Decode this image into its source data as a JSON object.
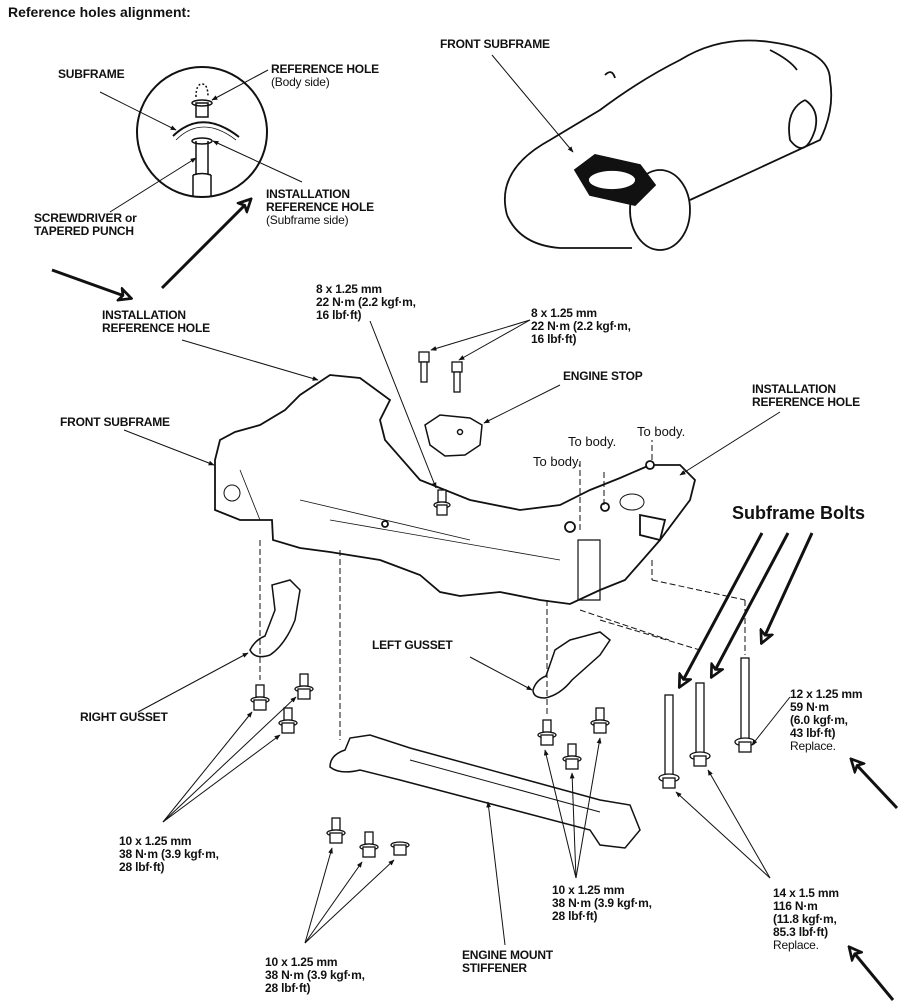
{
  "title": "Reference holes alignment:",
  "inset": {
    "subframe": "SUBFRAME",
    "reference_hole": "REFERENCE HOLE",
    "reference_hole_sub": "(Body side)",
    "tool_line1": "SCREWDRIVER or",
    "tool_line2": "TAPERED PUNCH",
    "install_line1": "INSTALLATION",
    "install_line2": "REFERENCE HOLE",
    "install_sub": "(Subframe side)"
  },
  "car": {
    "front_subframe": "FRONT SUBFRAME"
  },
  "main": {
    "install_ref_left_1": "INSTALLATION",
    "install_ref_left_2": "REFERENCE HOLE",
    "install_ref_right_1": "INSTALLATION",
    "install_ref_right_2": "REFERENCE HOLE",
    "front_subframe": "FRONT SUBFRAME",
    "engine_stop": "ENGINE STOP",
    "to_body_1": "To body.",
    "to_body_2": "To body.",
    "to_body_3": "To body.",
    "subframe_bolts": "Subframe Bolts",
    "right_gusset": "RIGHT GUSSET",
    "left_gusset": "LEFT GUSSET",
    "engine_mount_1": "ENGINE MOUNT",
    "engine_mount_2": "STIFFENER"
  },
  "specs": {
    "stop_bolt_left": [
      "8 x 1.25 mm",
      "22 N·m (2.2 kgf·m,",
      "16 lbf·ft)"
    ],
    "stop_bolt_right": [
      "8 x 1.25 mm",
      "22 N·m (2.2 kgf·m,",
      "16 lbf·ft)"
    ],
    "gusset_right": [
      "10 x 1.25 mm",
      "38 N·m (3.9 kgf·m,",
      "28 lbf·ft)"
    ],
    "stiffener_left": [
      "10 x 1.25 mm",
      "38 N·m (3.9 kgf·m,",
      "28 lbf·ft)"
    ],
    "gusset_left": [
      "10 x 1.25 mm",
      "38 N·m (3.9 kgf·m,",
      "28 lbf·ft)"
    ],
    "bolt_12": [
      "12 x 1.25 mm",
      "59 N·m",
      "(6.0 kgf·m,",
      "43 lbf·ft)",
      "Replace."
    ],
    "bolt_14": [
      "14 x 1.5 mm",
      "116 N·m",
      "(11.8 kgf·m,",
      "85.3 lbf·ft)",
      "Replace."
    ]
  }
}
